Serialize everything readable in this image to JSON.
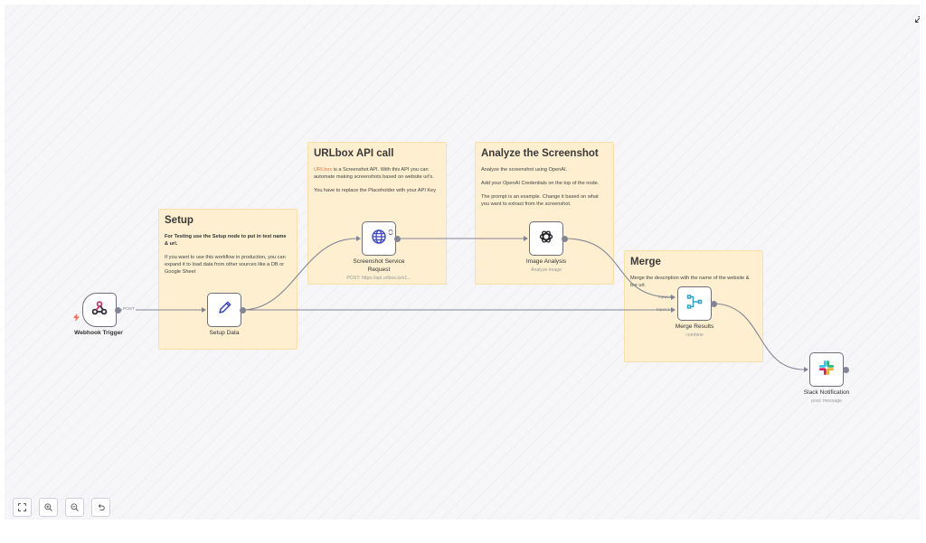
{
  "canvas": {
    "stickies": [
      {
        "title": "Setup",
        "paragraphs": [
          "For Testing use the Setup node to put in test name & url.",
          "If you want to use this workflow in production, you can expand it to load data from other sources like a DB or Google Sheet"
        ]
      },
      {
        "title": "URLbox API call",
        "highlight": "URLbox",
        "paragraphs": [
          " is a Screenshot API. With this API you can automate making screenshots based on website url's.",
          "You have to replace the Placeholder with your API Key"
        ]
      },
      {
        "title": "Analyze the Screenshot",
        "paragraphs": [
          "Analyze the screenshot using OpenAI.",
          "Add your OpenAI Credentials on the top of the node.",
          "The prompt is an example. Change it based on what you want to extract from the screenshot."
        ]
      },
      {
        "title": "Merge",
        "paragraphs": [
          "Merge the description with the name of the website & the url."
        ]
      }
    ],
    "nodes": {
      "webhook": {
        "label": "Webhook Trigger",
        "icon": "webhook-icon",
        "port_label": "POST"
      },
      "setup": {
        "label": "Setup Data",
        "icon": "pencil-icon"
      },
      "screenshot": {
        "label": "Screenshot Service Request",
        "subtitle": "POST: https://api.urlbox.io/v1...",
        "icon": "globe-icon"
      },
      "analysis": {
        "label": "Image Analysis",
        "subtitle": "Analyze image",
        "icon": "openai-icon"
      },
      "merge": {
        "label": "Merge Results",
        "subtitle": "combine",
        "icon": "merge-icon",
        "input1": "Input 1",
        "input2": "Input 2"
      },
      "slack": {
        "label": "Slack Notification",
        "subtitle": "post: message",
        "icon": "slack-icon"
      }
    }
  },
  "controls": [
    "fit-view",
    "zoom-in",
    "zoom-out",
    "reset-zoom"
  ],
  "colors": {
    "sticky_bg": "#fdefcf",
    "accent": "#e8744a",
    "wire": "#838595",
    "webhook_pink": "#c73a63",
    "globe_blue": "#3b46c8"
  }
}
